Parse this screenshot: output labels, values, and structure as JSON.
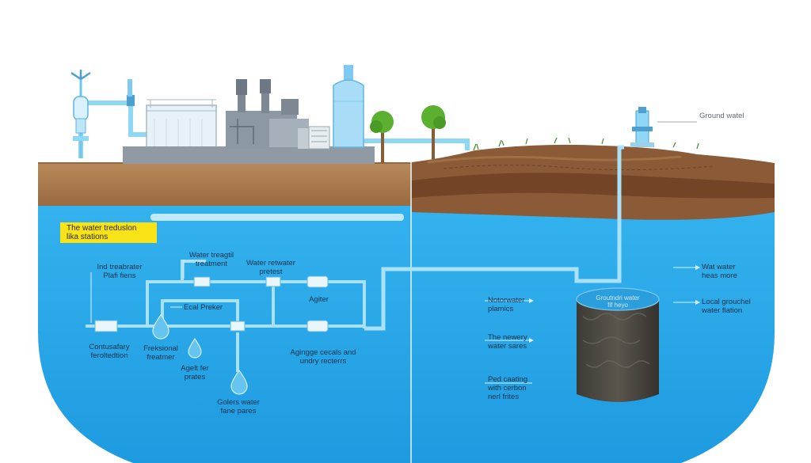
{
  "colors": {
    "water": "#2aa8ea",
    "soil": "#a8784c",
    "soil_dark": "#6b3d22",
    "pipe": "#8ed8f6",
    "building": "#8c98a4",
    "highlight": "#f7e316",
    "tree": "#5bb030"
  },
  "headline": "The water treduslon\nlika stations",
  "top_right_label": "Ground watel",
  "labels": {
    "industrial": "Ind treabrater\nPlafi fiens",
    "treatment": "Water treagtil\ntreatment",
    "wastewater": "Water retwater\npretest",
    "ecal": "Ecal Preker",
    "agiter": "Agiter",
    "contusalary": "Contusafary\nferoltedtion",
    "freksional": "Freksional\nfreatmer",
    "agelt": "Agelt fer\nprates",
    "agingge": "Agingge cecals and\nundry recterrs",
    "golers": "Golers water\nfane pares",
    "notorwater": "Notorwater\nplamics",
    "network": "The newery\nwater sares",
    "pedcasting": "Ped caating\nwith cerbon\nnerl frites",
    "wat_water": "Wat water\nheas more",
    "local_ground": "Local grouchel\nwater flation",
    "tank_top": "Groutndri water\nfif heyo"
  },
  "icons": [
    "wind-turbine-icon",
    "water-tank-icon",
    "factory-icon",
    "water-bottle-icon",
    "tree-icon",
    "wellhead-icon",
    "droplet-icon",
    "valve-icon"
  ]
}
